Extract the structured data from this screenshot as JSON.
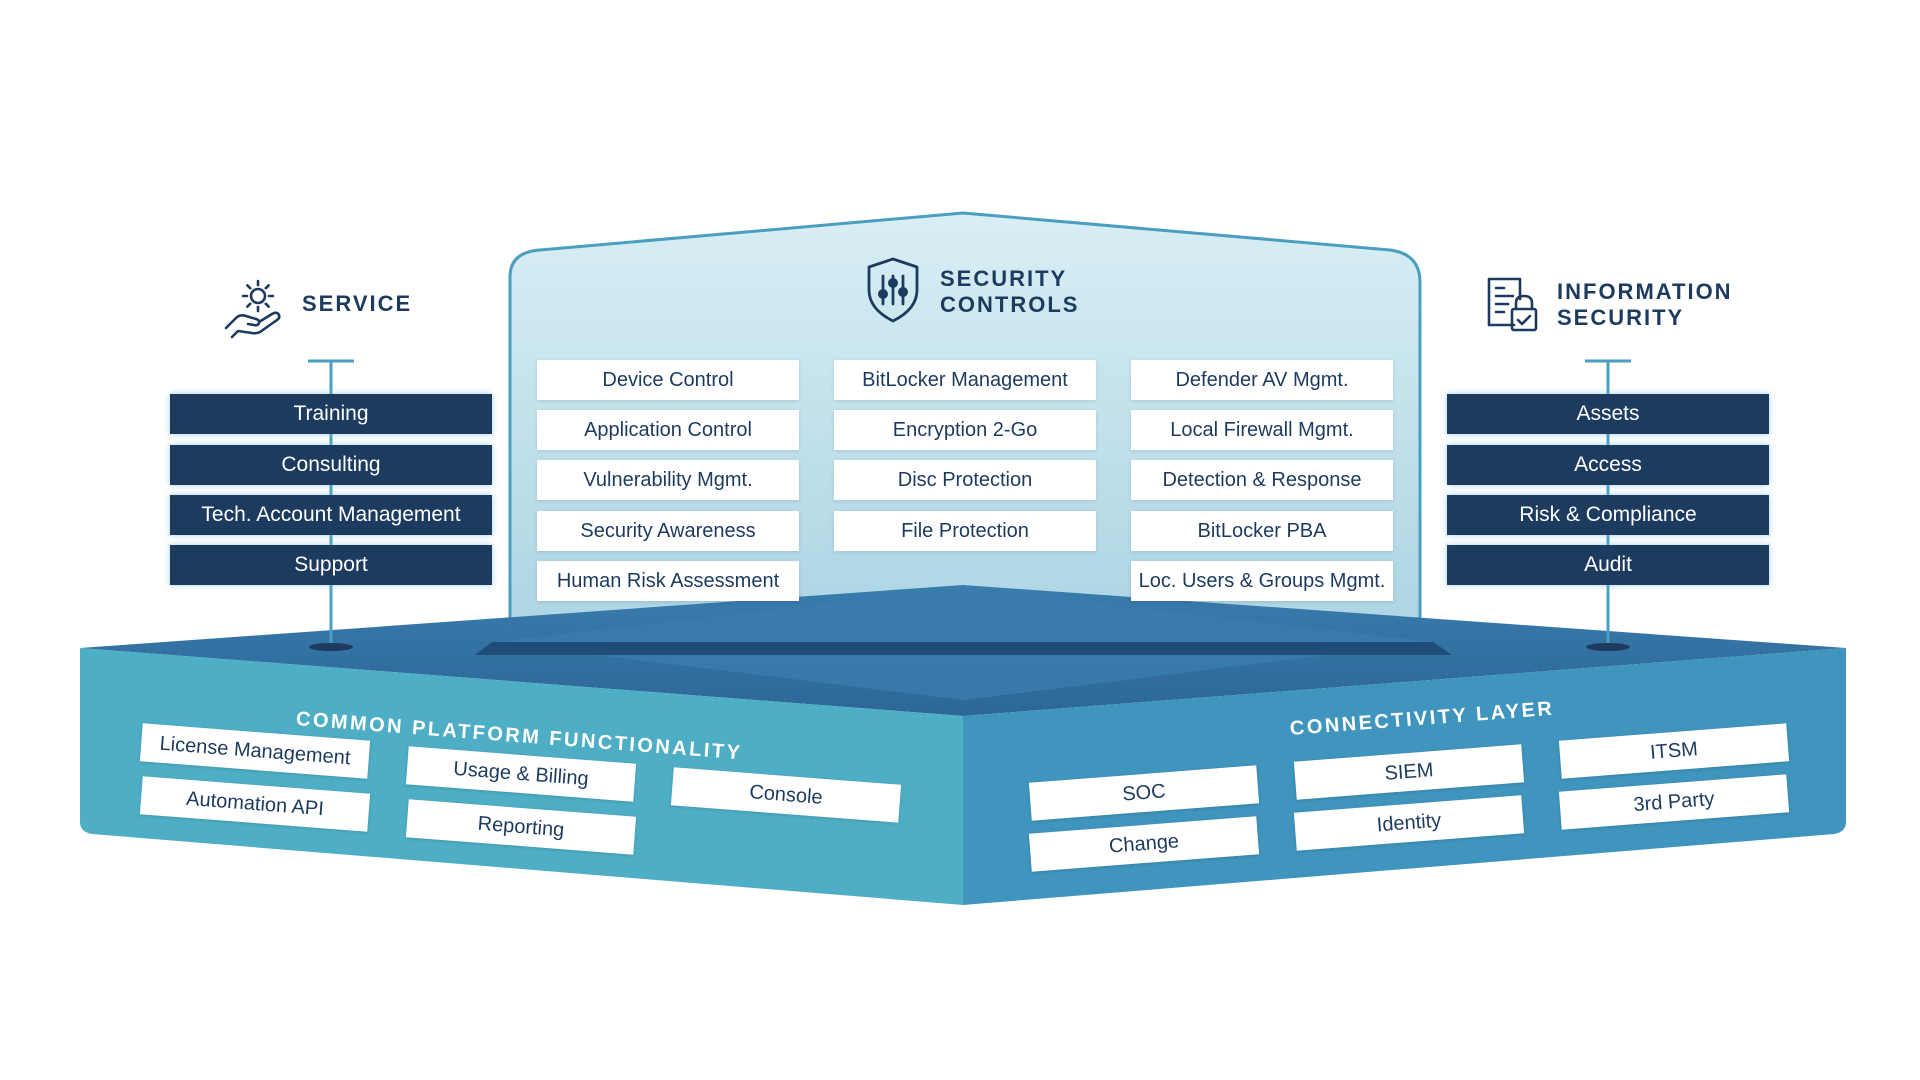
{
  "service": {
    "title": "SERVICE",
    "icon": "gear-hand-icon",
    "items": [
      "Training",
      "Consulting",
      "Tech. Account Management",
      "Support"
    ]
  },
  "security_controls": {
    "title_line1": "SECURITY",
    "title_line2": "CONTROLS",
    "icon": "shield-sliders-icon",
    "columns": [
      [
        "Device Control",
        "Application Control",
        "Vulnerability Mgmt.",
        "Security Awareness",
        "Human Risk Assessment"
      ],
      [
        "BitLocker Management",
        "Encryption 2-Go",
        "Disc Protection",
        "File Protection"
      ],
      [
        "Defender AV Mgmt.",
        "Local Firewall Mgmt.",
        "Detection & Response",
        "BitLocker PBA",
        "Loc. Users & Groups Mgmt."
      ]
    ]
  },
  "information_security": {
    "title_line1": "INFORMATION",
    "title_line2": "SECURITY",
    "icon": "document-lock-icon",
    "items": [
      "Assets",
      "Access",
      "Risk & Compliance",
      "Audit"
    ]
  },
  "common_platform": {
    "title": "COMMON PLATFORM FUNCTIONALITY",
    "items": [
      "License Management",
      "Automation API",
      "Usage & Billing",
      "Reporting",
      "Console"
    ]
  },
  "connectivity_layer": {
    "title": "CONNECTIVITY LAYER",
    "items": [
      "SOC",
      "Change",
      "SIEM",
      "Identity",
      "ITSM",
      "3rd Party"
    ]
  },
  "colors": {
    "navy": "#1d3a5f",
    "platform_left": "#4eaec6",
    "platform_right": "#3f95bd",
    "platform_top": "#2f6e9f",
    "glass": "#cfe6ee",
    "accent_line": "#4a9fc0"
  }
}
